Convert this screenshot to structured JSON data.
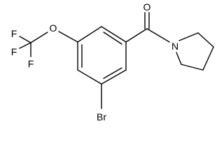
{
  "molecule": {
    "atom_labels": {
      "oxygen_carbonyl": "O",
      "nitrogen": "N",
      "oxygen_ether": "O",
      "fluorine_1": "F",
      "fluorine_2": "F",
      "fluorine_3": "F",
      "bromine": "Br"
    }
  }
}
